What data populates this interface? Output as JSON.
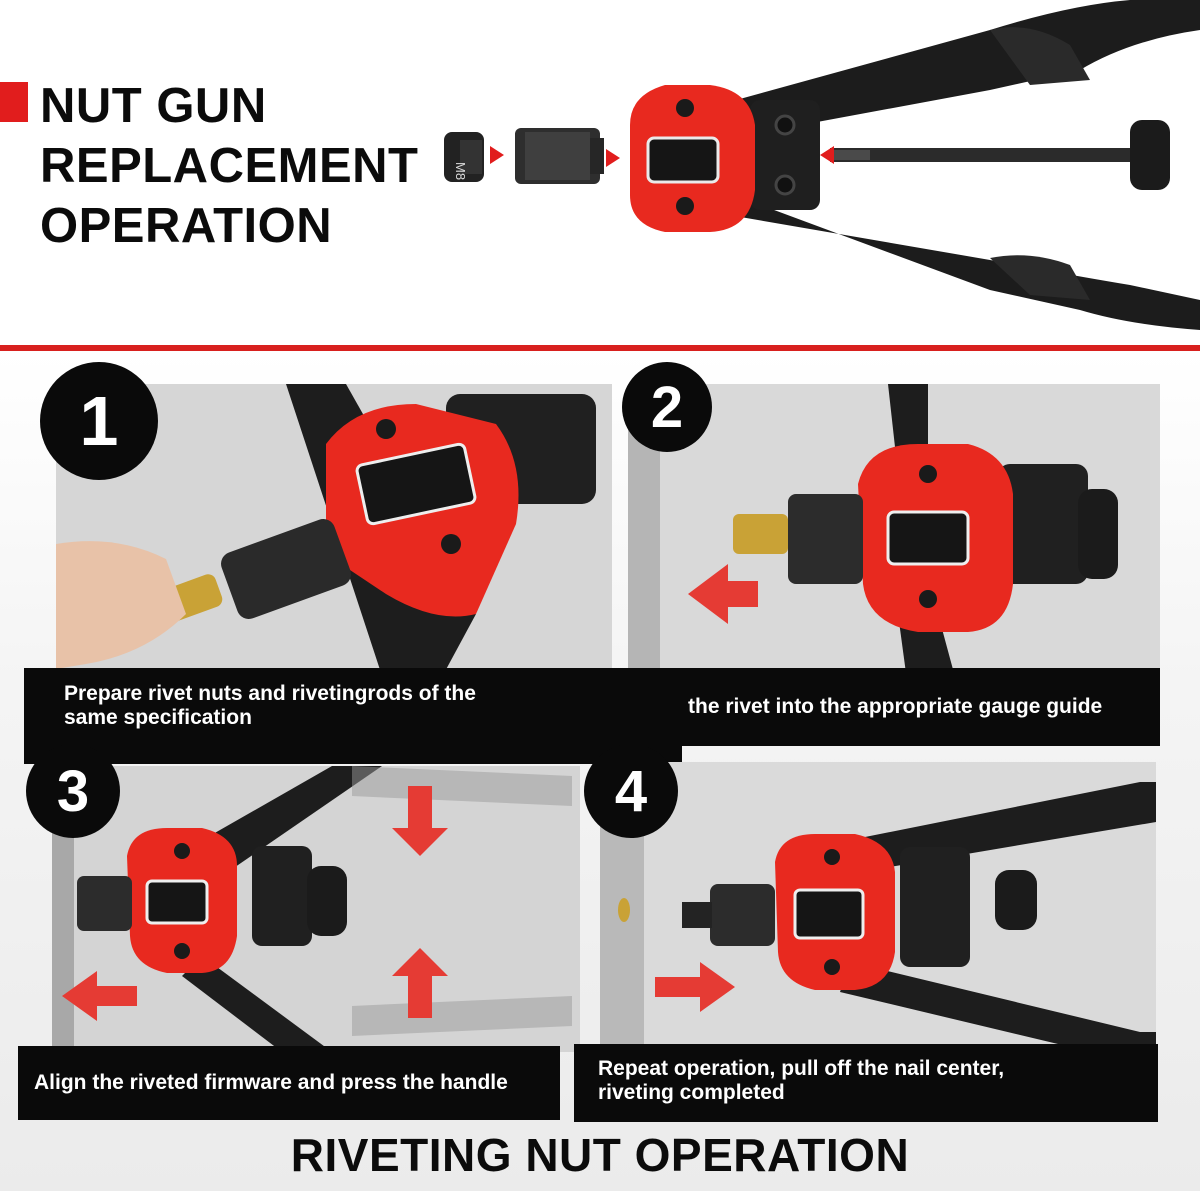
{
  "header": {
    "title_lines": [
      "NUT GUN",
      "REPLACEMENT",
      "OPERATION"
    ],
    "accent_color": "#e11d1d"
  },
  "steps": [
    {
      "number": "1",
      "caption_line1": "Prepare rivet nuts and rivetingrods of the",
      "caption_line2": "same specification"
    },
    {
      "number": "2",
      "caption": "the rivet into the appropriate gauge guide"
    },
    {
      "number": "3",
      "caption": "Align the riveted firmware and press the handle"
    },
    {
      "number": "4",
      "caption_line1": "Repeat operation, pull off the nail center,",
      "caption_line2": "riveting completed"
    }
  ],
  "parts": {
    "nozzle_marking": "M8"
  },
  "footer": {
    "title": "RIVETING NUT OPERATION"
  },
  "colors": {
    "tool_head": "#e8291f",
    "handle": "#1c1c1c",
    "caption_bg": "#0a0a0a",
    "arrow": "#e53b34"
  }
}
